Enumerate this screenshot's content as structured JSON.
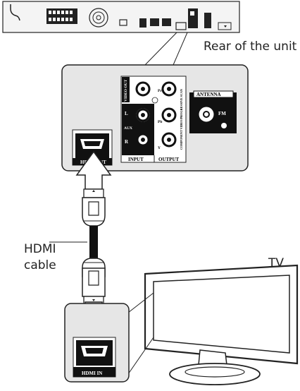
{
  "labels": {
    "rear_of_unit": "Rear of the unit",
    "hdmi_cable_line1": "HDMI",
    "hdmi_cable_line2": "cable",
    "tv": "TV"
  },
  "panel": {
    "video_out": "VIDEO OUT",
    "pr": "Pr",
    "pb": "Pb",
    "y": "Y",
    "aux": "AUX",
    "l": "L",
    "r": "R",
    "input": "INPUT",
    "output": "OUTPUT",
    "component": "COMPONENT VIDEO/PROGRESSIVE SCAN",
    "antenna": "ANTENNA",
    "fm": "FM",
    "hdmi_out": "HDMI OUT"
  },
  "tv_panel": {
    "hdmi_in": "HDMI IN"
  },
  "colors": {
    "line": "#222222",
    "panel_gray": "#e6e6e6",
    "dark": "#111111"
  }
}
